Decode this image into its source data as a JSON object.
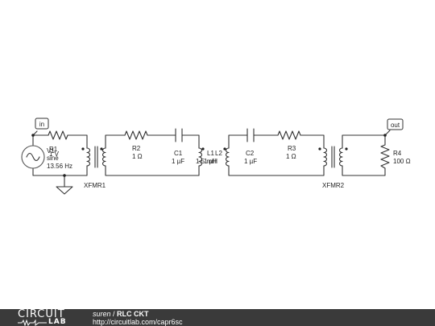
{
  "schematic": {
    "ports": {
      "in": "in",
      "out": "out"
    },
    "source": {
      "name": "V1",
      "type": "sine",
      "value1": "1 V",
      "freq": "13.56 Hz"
    },
    "xfmr1": "XFMR1",
    "xfmr2": "XFMR2",
    "r1": "R1",
    "r2": {
      "name": "R2",
      "value": "1 Ω"
    },
    "c1": {
      "name": "C1",
      "value": "1 µF"
    },
    "l1": {
      "name": "L1",
      "value": "1.5 mH"
    },
    "l2": {
      "name": "L2",
      "value": "1 µH"
    },
    "c2": {
      "name": "C2",
      "value": "1 µF"
    },
    "r3": {
      "name": "R3",
      "value": "1 Ω"
    },
    "r4": {
      "name": "R4",
      "value": "100 Ω"
    }
  },
  "footer": {
    "logo_top": "CIRCUIT",
    "logo_bottom": "LAB",
    "author": "suren",
    "separator": " / ",
    "title": "RLC CKT",
    "url": "http://circuitlab.com/capr6sc"
  },
  "colors": {
    "wire": "#333333",
    "footer_bg": "#3a3a3a"
  }
}
